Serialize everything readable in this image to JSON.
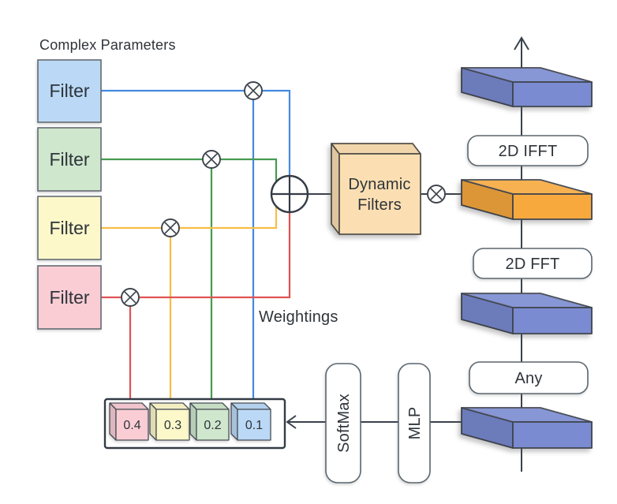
{
  "header": {
    "complex_parameters_label": "Complex Parameters"
  },
  "filters": [
    {
      "label": "Filter",
      "fill": "#bbd9f6",
      "line_color": "#4489e2"
    },
    {
      "label": "Filter",
      "fill": "#cfe7cd",
      "line_color": "#479a52"
    },
    {
      "label": "Filter",
      "fill": "#fcf8ca",
      "line_color": "#f8bd45"
    },
    {
      "label": "Filter",
      "fill": "#facdd5",
      "line_color": "#e05353"
    }
  ],
  "operators": {
    "multiply_icon": "circle-times",
    "add_icon": "circle-plus"
  },
  "dynamic_filters": {
    "line1": "Dynamic",
    "line2": "Filters",
    "fill": "#fbdfb2"
  },
  "weightings": {
    "label": "Weightings",
    "items": [
      {
        "value": "0.4",
        "fill": "#facdd5"
      },
      {
        "value": "0.3",
        "fill": "#fcf8ca"
      },
      {
        "value": "0.2",
        "fill": "#cfe7cd"
      },
      {
        "value": "0.1",
        "fill": "#bbd9f6"
      }
    ]
  },
  "pipeline": {
    "ifft_label": "2D IFFT",
    "fft_label": "2D FFT",
    "any_label": "Any",
    "softmax_label": "SoftMax",
    "mlp_label": "MLP",
    "feature_fill": "#7a8bd1",
    "spectrum_fill": "#f8a93e"
  },
  "colors": {
    "connector": "#39414b"
  }
}
